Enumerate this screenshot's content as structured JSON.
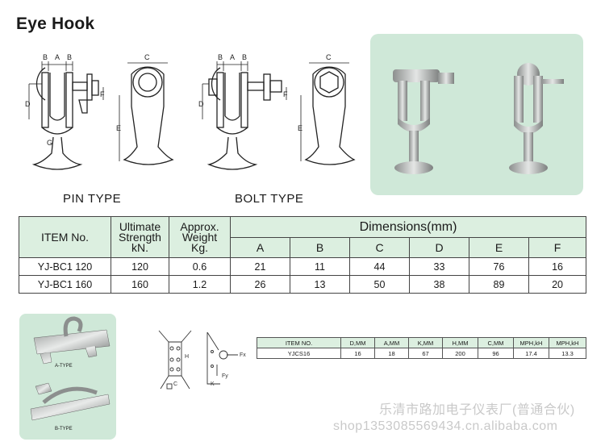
{
  "title": "Eye Hook",
  "drawings": {
    "dim_labels": {
      "a": "A",
      "b": "B",
      "c": "C",
      "d": "D",
      "e": "E",
      "f": "F",
      "g": "G"
    },
    "pin_type_label": "PIN TYPE",
    "bolt_type_label": "BOLT TYPE"
  },
  "spec_table": {
    "headers": {
      "item_no": "ITEM No.",
      "strength_line1": "Ultimate",
      "strength_line2": "Strength",
      "strength_line3": "kN.",
      "weight_line1": "Approx.",
      "weight_line2": "Weight",
      "weight_line3": "Kg.",
      "dimensions": "Dimensions(mm)",
      "cols": [
        "A",
        "B",
        "C",
        "D",
        "E",
        "F"
      ]
    },
    "rows": [
      {
        "item": "YJ-BC1 120",
        "strength": "120",
        "weight": "0.6",
        "dims": [
          "21",
          "11",
          "44",
          "33",
          "76",
          "16"
        ]
      },
      {
        "item": "YJ-BC1 160",
        "strength": "160",
        "weight": "1.2",
        "dims": [
          "26",
          "13",
          "50",
          "38",
          "89",
          "20"
        ]
      }
    ]
  },
  "brackets": {
    "a_type": "A-TYPE",
    "b_type": "B-TYPE"
  },
  "small_drawing_labels": {
    "h": "H",
    "c": "C",
    "k": "K",
    "fx": "Fx",
    "fy": "Fy"
  },
  "small_table": {
    "headers": [
      "ITEM NO.",
      "D,MM",
      "A,MM",
      "K,MM",
      "H,MM",
      "C,MM",
      "MPH,kH",
      "MPH,kH"
    ],
    "row": [
      "YJCS16",
      "16",
      "18",
      "67",
      "200",
      "96",
      "17.4",
      "13.3"
    ]
  },
  "watermark": {
    "line1": "乐清市路加电子仪表厂(普通合伙)",
    "line2": "shop1353085569434.cn.alibaba.com"
  }
}
